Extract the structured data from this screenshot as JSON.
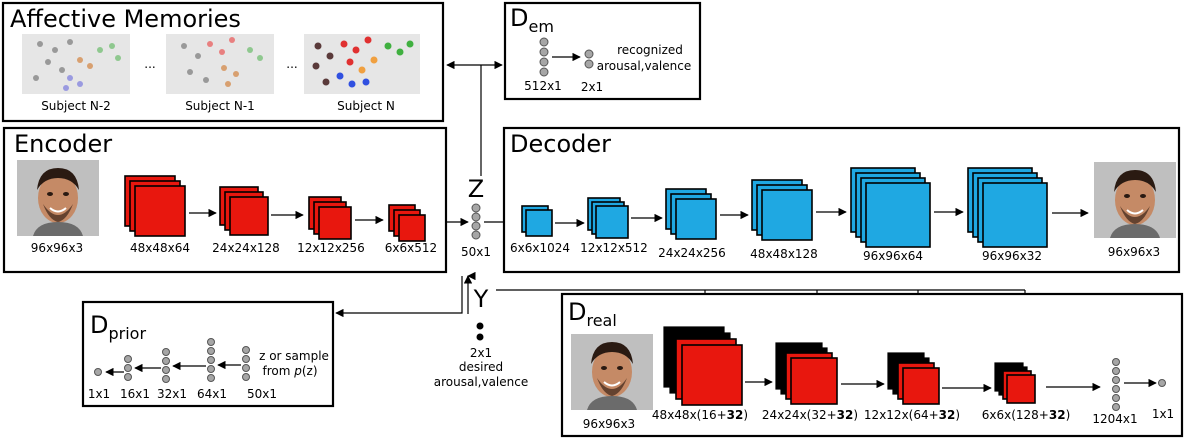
{
  "affective": {
    "title": "Affective Memories",
    "subjects": [
      "Subject N-2",
      "Subject N-1",
      "Subject N"
    ],
    "ellipsis": "..."
  },
  "dem": {
    "title_main": "D",
    "title_sub": "em",
    "input": "512x1",
    "output": "2x1",
    "desc_line1": "recognized",
    "desc_line2": "arousal,valence"
  },
  "encoder": {
    "title": "Encoder",
    "labels": [
      "96x96x3",
      "48x48x64",
      "24x24x128",
      "12x12x256",
      "6x6x512"
    ]
  },
  "z": {
    "symbol": "Z",
    "label": "50x1"
  },
  "decoder": {
    "title": "Decoder",
    "labels": [
      "6x6x1024",
      "12x12x512",
      "24x24x256",
      "48x48x128",
      "96x96x64",
      "96x96x32",
      "96x96x3"
    ]
  },
  "y": {
    "symbol": "Y",
    "label": "2x1",
    "desc_line1": "desired",
    "desc_line2": "arousal,valence"
  },
  "dprior": {
    "title_main": "D",
    "title_sub": "prior",
    "labels": [
      "1x1",
      "16x1",
      "32x1",
      "64x1",
      "50x1"
    ],
    "desc_line1": "z or sample",
    "desc_line2_pre": "from ",
    "desc_line2_italic": "p",
    "desc_line2_post": "(z)"
  },
  "dreal": {
    "title_main": "D",
    "title_sub": "real",
    "labels": [
      {
        "pre": "48x48x(16+",
        "bold": "32",
        "post": ")"
      },
      {
        "pre": "24x24x(32+",
        "bold": "32",
        "post": ")"
      },
      {
        "pre": "12x12x(64+",
        "bold": "32",
        "post": ")"
      },
      {
        "pre": "6x6x(128+",
        "bold": "32",
        "post": ")"
      }
    ],
    "face_label": "96x96x3",
    "fc_label": "1204x1",
    "out_label": "1x1"
  },
  "colors": {
    "encoder_block": "#e8170e",
    "decoder_block": "#1fa8e2",
    "discriminator_block": "#000000",
    "node": "#a6a6a6"
  }
}
